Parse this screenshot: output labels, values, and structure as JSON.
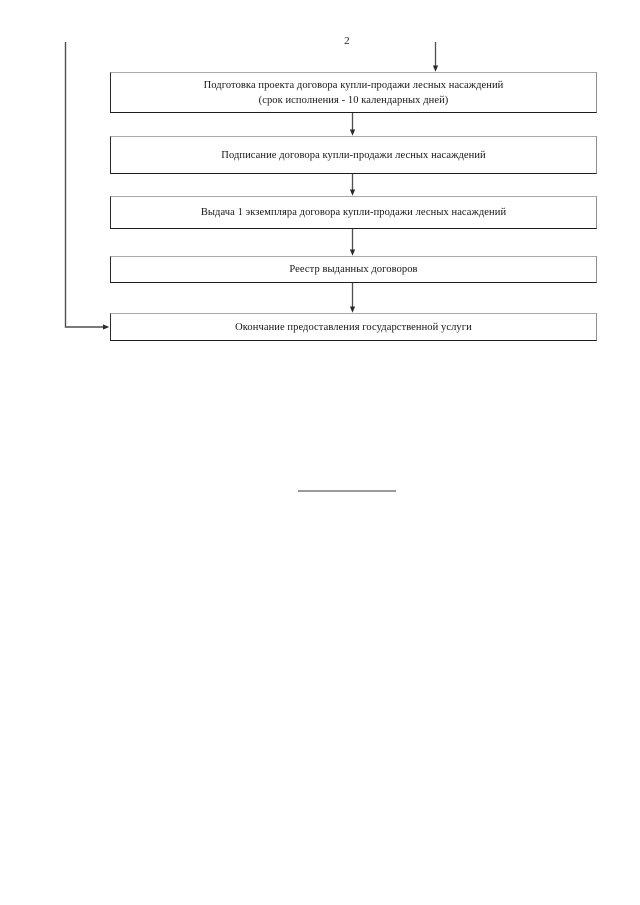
{
  "document": {
    "page_number": "2",
    "language": "ru",
    "background_color": "#ffffff",
    "text_color": "#15161a",
    "line_color": "#4a4a4a"
  },
  "flowchart": {
    "type": "flowchart",
    "orientation": "top-to-bottom",
    "nodes": [
      {
        "id": "node-1",
        "shape": "rectangle",
        "label": "Подготовка проекта договора купли-продажи лесных насаждений\n(срок исполнения - 10 календарных дней)"
      },
      {
        "id": "node-2",
        "shape": "rectangle",
        "label": "Подписание договора купли-продажи лесных насаждений"
      },
      {
        "id": "node-3",
        "shape": "rectangle",
        "label": "Выдача 1 экземпляра договора купли-продажи лесных насаждений"
      },
      {
        "id": "node-4",
        "shape": "rectangle",
        "label": "Реестр выданных договоров"
      },
      {
        "id": "node-5",
        "shape": "rectangle",
        "label": "Окончание предоставления государственной услуги"
      }
    ],
    "edges": [
      {
        "id": "edge-in",
        "from": "page-top",
        "to": "node-1",
        "style": "arrow-down"
      },
      {
        "id": "edge-1-2",
        "from": "node-1",
        "to": "node-2",
        "style": "arrow-down"
      },
      {
        "id": "edge-2-3",
        "from": "node-2",
        "to": "node-3",
        "style": "arrow-down"
      },
      {
        "id": "edge-3-4",
        "from": "node-3",
        "to": "node-4",
        "style": "arrow-down"
      },
      {
        "id": "edge-4-5",
        "from": "node-4",
        "to": "node-5",
        "style": "arrow-down"
      },
      {
        "id": "edge-bypass",
        "from": "page-top-left",
        "to": "node-5",
        "style": "elbow-arrow-right"
      }
    ]
  },
  "footer": {
    "separator": "horizontal-rule"
  }
}
